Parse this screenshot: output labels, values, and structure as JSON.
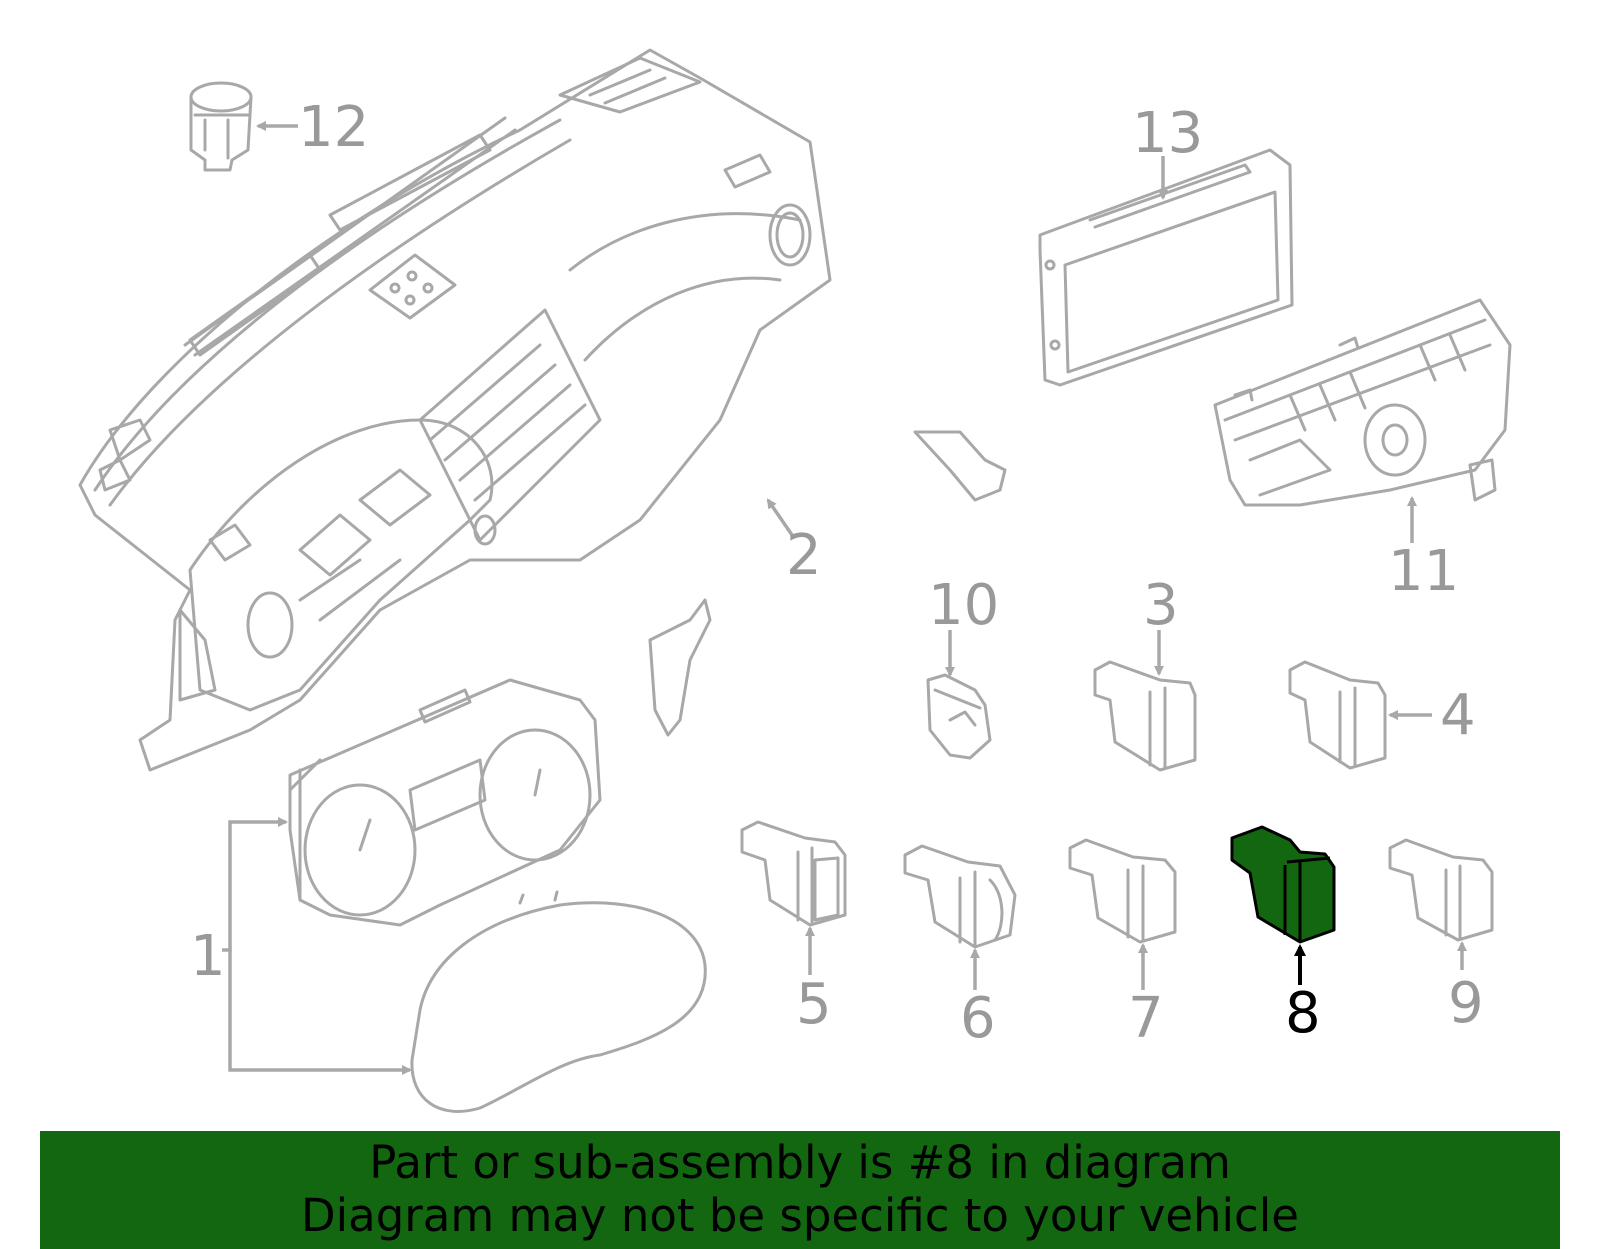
{
  "highlight_color": "#136710",
  "callouts": {
    "c1": "1",
    "c2": "2",
    "c3": "3",
    "c4": "4",
    "c5": "5",
    "c6": "6",
    "c7": "7",
    "c8": "8",
    "c9": "9",
    "c10": "10",
    "c11": "11",
    "c12": "12",
    "c13": "13"
  },
  "banner": {
    "line1": "Part or sub-assembly is #8 in diagram",
    "line2": "Diagram may not be specific to your vehicle"
  }
}
